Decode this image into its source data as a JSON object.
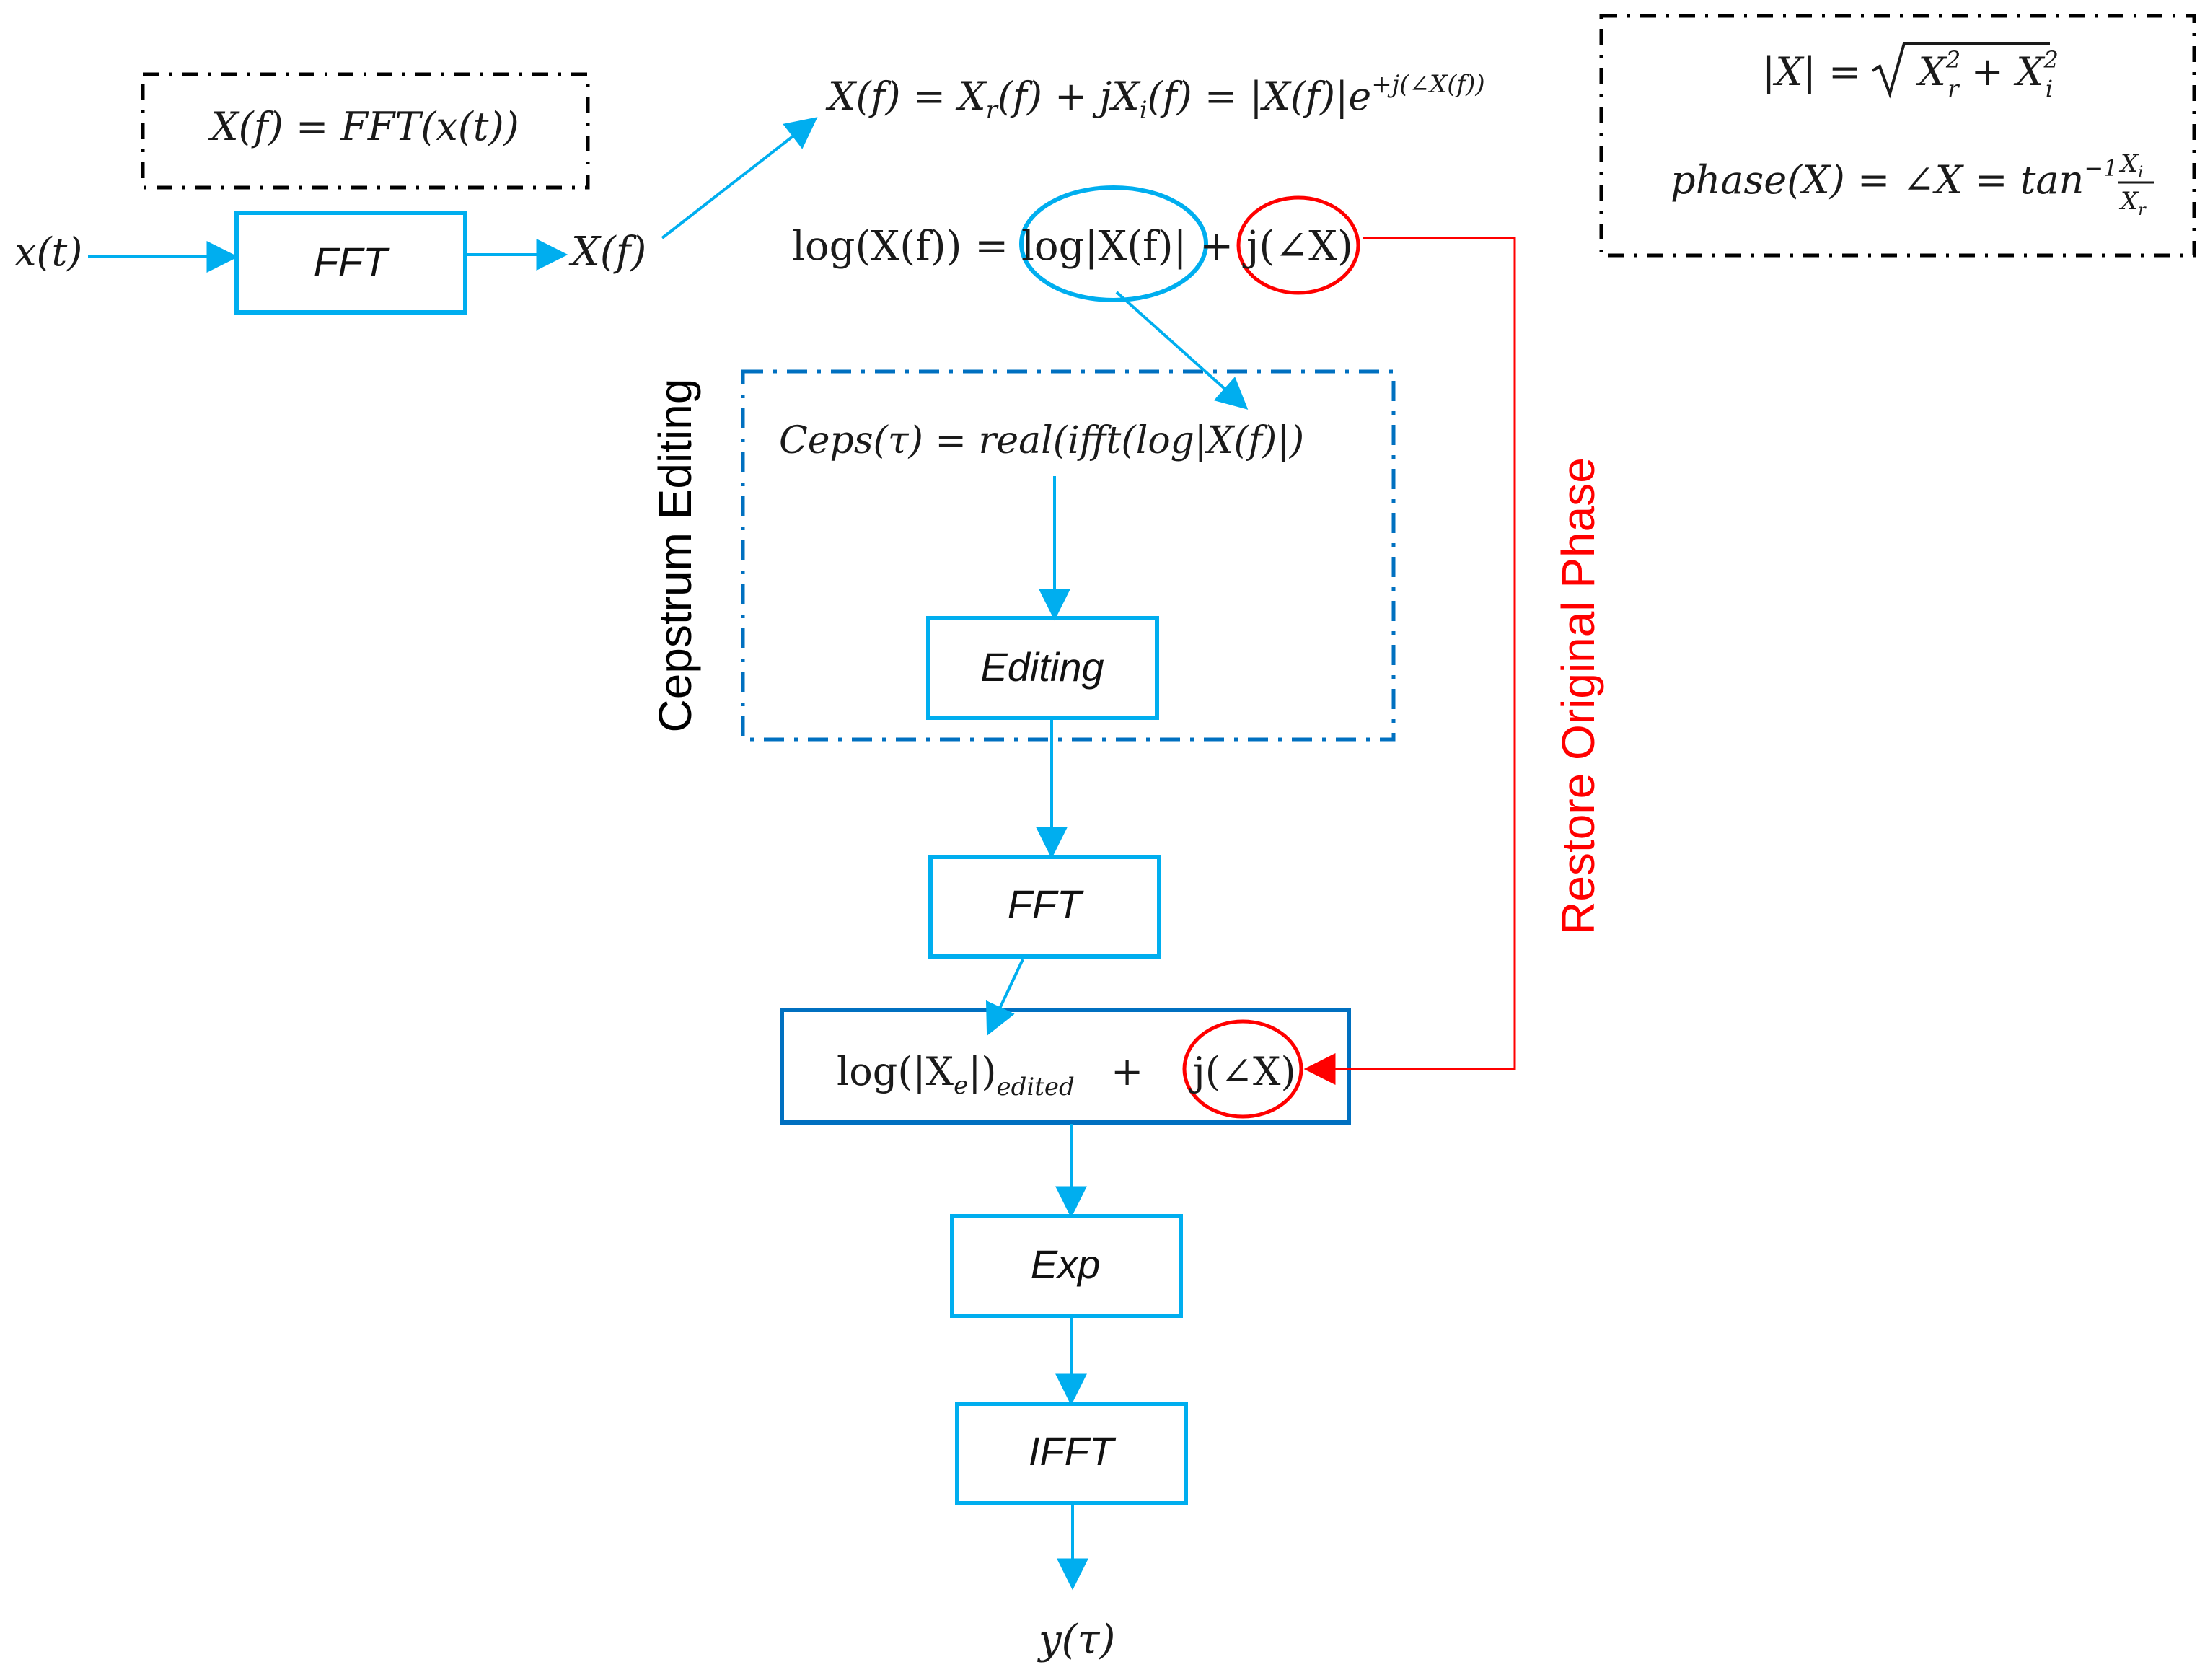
{
  "colors": {
    "flow": "#00AEEF",
    "box": "#00AEEF",
    "box_dark": "#0070C0",
    "ceps_border": "#0070C0",
    "phase": "#FF0000",
    "note_border": "#000000",
    "text": "#1a1a1a"
  },
  "input": {
    "signal": "x(t)"
  },
  "blocks": {
    "fft1": "FFT",
    "editing": "Editing",
    "fft2": "FFT",
    "exp": "Exp",
    "ifft": "IFFT"
  },
  "spectrum_label": "X(f)",
  "notes": {
    "fft_def": "X(f) = FFT(x(t))",
    "complex_form": {
      "lhs": "X(f) = X",
      "r": "r",
      "mid1": "(f) + jX",
      "i": "i",
      "mid2": "(f) = |X(f)|e",
      "exp": "+j(∠X(f))"
    },
    "magnitude": {
      "lhs": "|X| = ",
      "x1": "X",
      "r_sub": "r",
      "sup1": "2",
      "plus": " + X",
      "i_sub": "i",
      "sup2": "2"
    },
    "phase": {
      "lhs": "phase(X) = ∠X = tan",
      "inv": "−1",
      "num": "X",
      "num_sub": "i",
      "den": "X",
      "den_sub": "r"
    }
  },
  "log_eq": {
    "lhs": "log(X(f)) = ",
    "mag": "log|X(f)|",
    "plus": " + ",
    "phase": "j(∠X)"
  },
  "cepstrum": {
    "title": "Cepstrum Editing",
    "equation": "Ceps(τ) = real(ifft(log|X(f)|)"
  },
  "edited_block": {
    "log_part": "log(|X",
    "e_sub": "e",
    "close": "|)",
    "edited_sub": "edited",
    "plus": "+",
    "phase": "j(∠X)"
  },
  "restore_label": "Restore Original Phase",
  "output": {
    "signal": "y(τ)"
  }
}
